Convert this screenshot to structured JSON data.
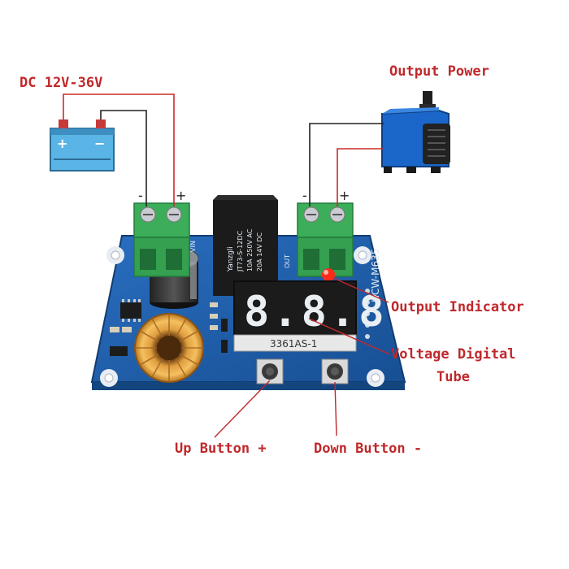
{
  "labels": {
    "power_input": "DC 12V-36V",
    "output_power": "Output Power",
    "output_indicator": "Output Indicator",
    "voltage_tube_line1": "Voltage Digital",
    "voltage_tube_line2": "Tube",
    "up_button": "Up Button +",
    "down_button": "Down Button -"
  },
  "board": {
    "model": "HCW-M635",
    "display_digits": "8.8.8",
    "display_part": "3361AS-1",
    "relay_brand": "Yanzgli",
    "relay_part": "JT73-S-12DC",
    "relay_rating1": "10A 250V AC",
    "relay_rating2": "20A 14V DC",
    "silk_out": "OUT",
    "silk_vin": "VIN"
  },
  "terminals": {
    "in_minus": "-",
    "in_plus": "+",
    "out_minus": "-",
    "out_plus": "+"
  },
  "colors": {
    "label": "#c0282b",
    "pcb": "#1f5fa8",
    "terminal": "#3cae5a",
    "wire_red": "#cc2b2b",
    "wire_black": "#222222",
    "display_digit": "#e9eef2",
    "battery": "#5ab4e6",
    "pump": "#1a66c9"
  },
  "icons": [
    "battery-icon",
    "water-pump-icon",
    "toroid-inductor-icon",
    "capacitor-icon"
  ]
}
